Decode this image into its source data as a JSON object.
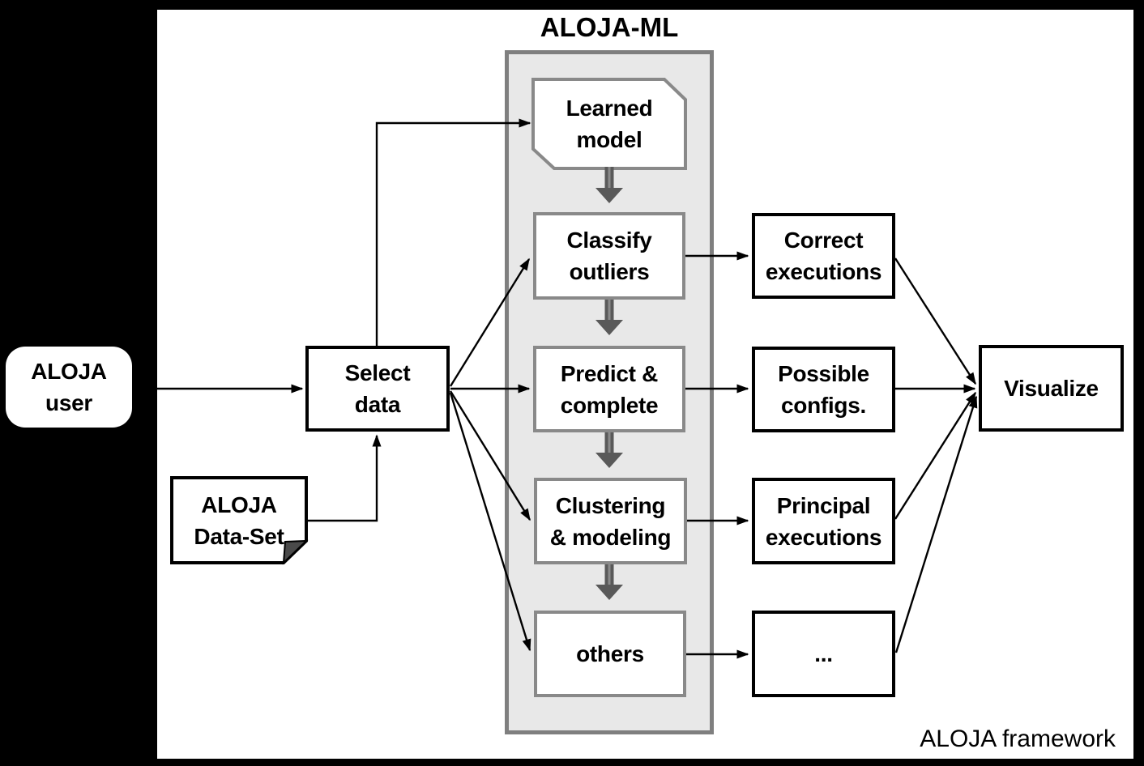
{
  "diagram": {
    "title": "ALOJA-ML",
    "framework_label": "ALOJA framework",
    "nodes": {
      "aloja_user": "ALOJA\nuser",
      "aloja_dataset": "ALOJA\nData-Set",
      "select_data": "Select\ndata",
      "learned_model": "Learned\nmodel",
      "classify_outliers": "Classify\noutliers",
      "predict_complete": "Predict &\ncomplete",
      "clustering_modeling": "Clustering\n& modeling",
      "others": "others",
      "correct_executions": "Correct\nexecutions",
      "possible_configs": "Possible\nconfigs.",
      "principal_executions": "Principal\nexecutions",
      "more": "...",
      "visualize": "Visualize"
    },
    "colors": {
      "background": "#000000",
      "framework_fill": "#ffffff",
      "ml_container_fill": "#e8e8e8",
      "ml_container_border": "#7f7f7f",
      "node_border_dark": "#000000",
      "node_border_gray": "#898989",
      "connector": "#000000",
      "flow_arrow": "#595959",
      "flow_arrow_core": "#8a8a8a"
    }
  }
}
